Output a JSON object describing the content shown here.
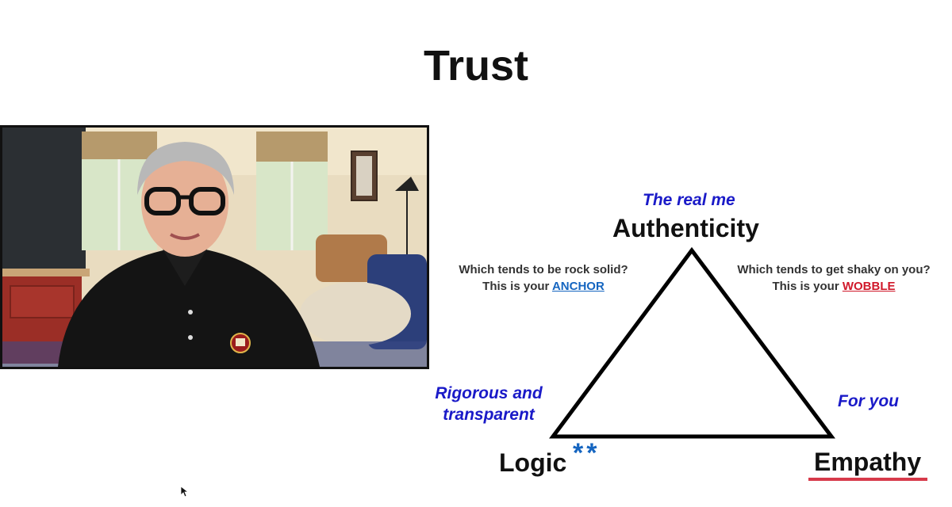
{
  "slide": {
    "title": "Trust",
    "top_label": "The real me",
    "top_vertex": "Authenticity",
    "left_label_line1": "Rigorous and",
    "left_label_line2": "transparent",
    "left_vertex": "Logic",
    "left_stars": "**",
    "right_label": "For you",
    "right_vertex": "Empathy",
    "anchor_question": {
      "line1": "Which tends to be rock solid?",
      "line2_prefix": "This is your ",
      "keyword": "ANCHOR"
    },
    "wobble_question": {
      "line1": "Which tends to get shaky on you?",
      "line2_prefix": "This is your ",
      "keyword": "WOBBLE"
    }
  },
  "colors": {
    "label_blue": "#1a1ac8",
    "anchor_blue": "#1565c0",
    "wobble_red": "#d0182a"
  },
  "icons": {
    "cursor": "arrow-cursor-icon",
    "crest": "university-crest-icon"
  }
}
